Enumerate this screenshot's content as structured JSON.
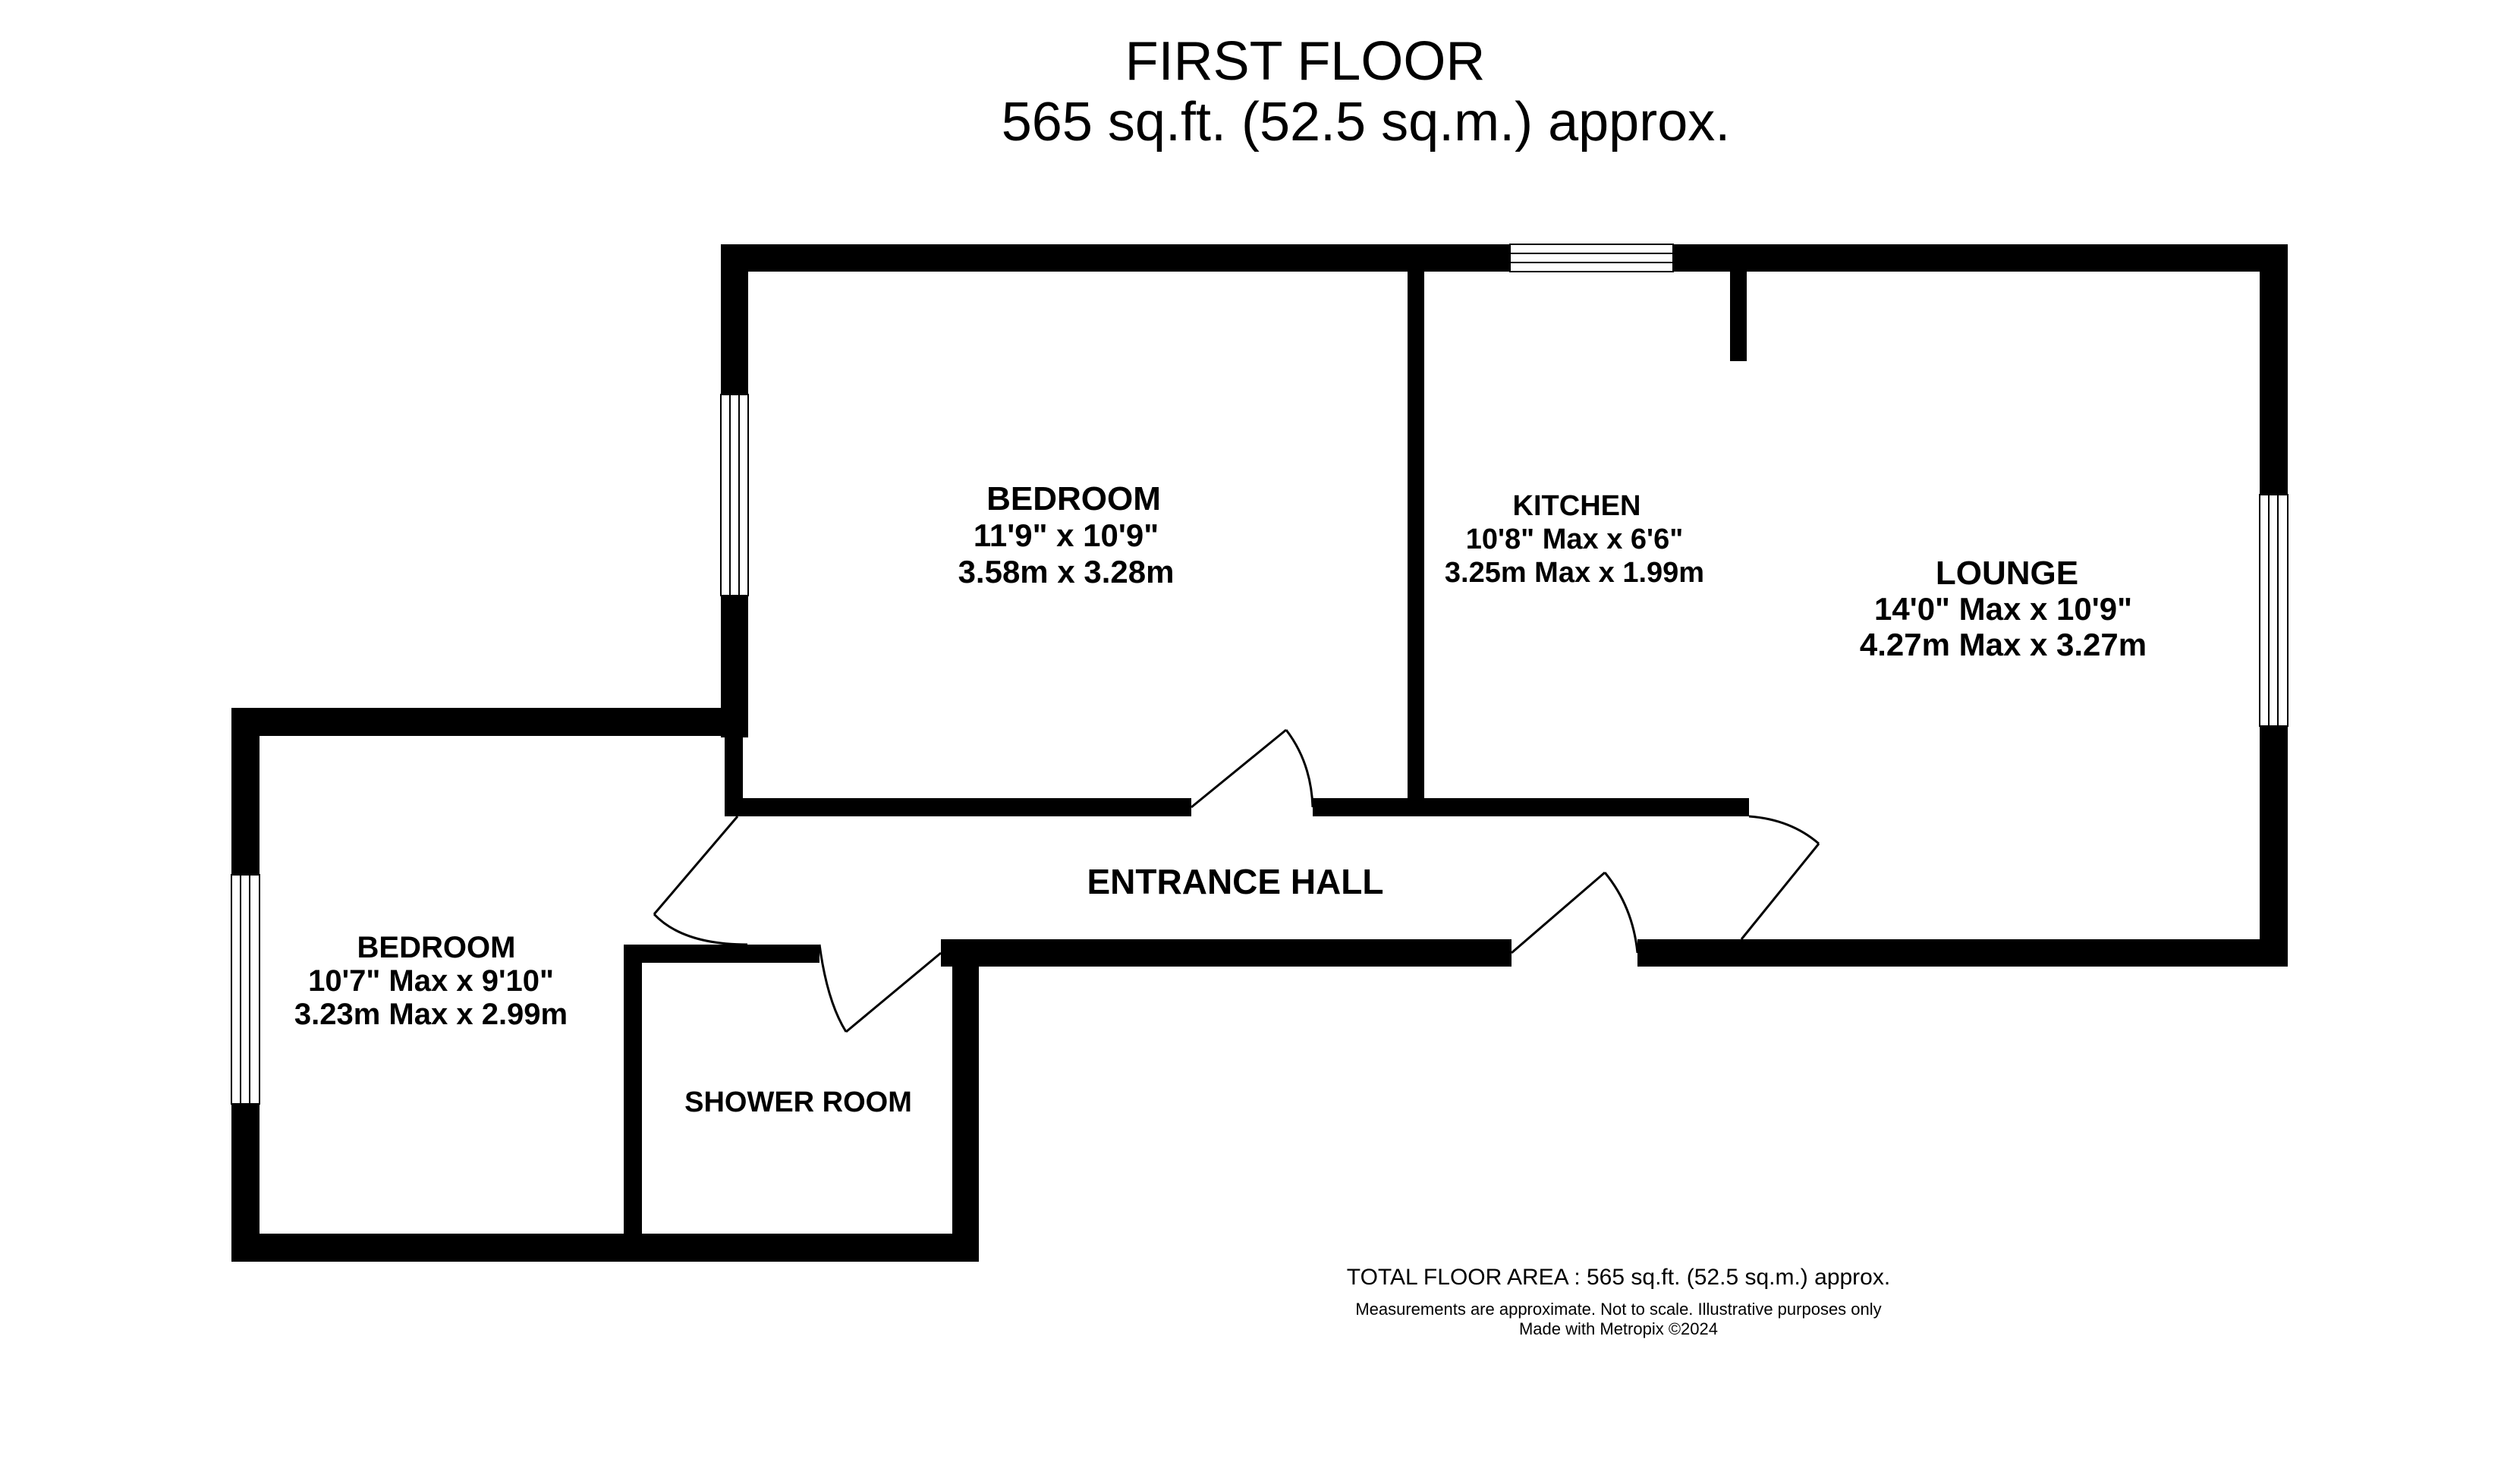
{
  "header": {
    "floor_title": "FIRST FLOOR",
    "floor_area": "565 sq.ft. (52.5 sq.m.) approx."
  },
  "rooms": {
    "bedroom_1": {
      "name": "BEDROOM",
      "dim_imperial": "11'9\"  x 10'9\"",
      "dim_metric": "3.58m  x 3.28m"
    },
    "kitchen": {
      "name": "KITCHEN",
      "dim_imperial": "10'8\" Max x 6'6\"",
      "dim_metric": "3.25m Max x 1.99m"
    },
    "lounge": {
      "name": "LOUNGE",
      "dim_imperial": "14'0\" Max x 10'9\"",
      "dim_metric": "4.27m Max x 3.27m"
    },
    "bedroom_2": {
      "name": "BEDROOM",
      "dim_imperial": "10'7\" Max x 9'10\"",
      "dim_metric": "3.23m Max x 2.99m"
    },
    "shower_room": {
      "name": "SHOWER ROOM"
    },
    "entrance_hall": {
      "name": "ENTRANCE HALL"
    }
  },
  "footer": {
    "total_area": "TOTAL FLOOR AREA : 565 sq.ft. (52.5 sq.m.) approx.",
    "disclaimer": "Measurements are approximate.  Not to scale.  Illustrative purposes only",
    "credit": "Made with Metropix ©2024"
  }
}
